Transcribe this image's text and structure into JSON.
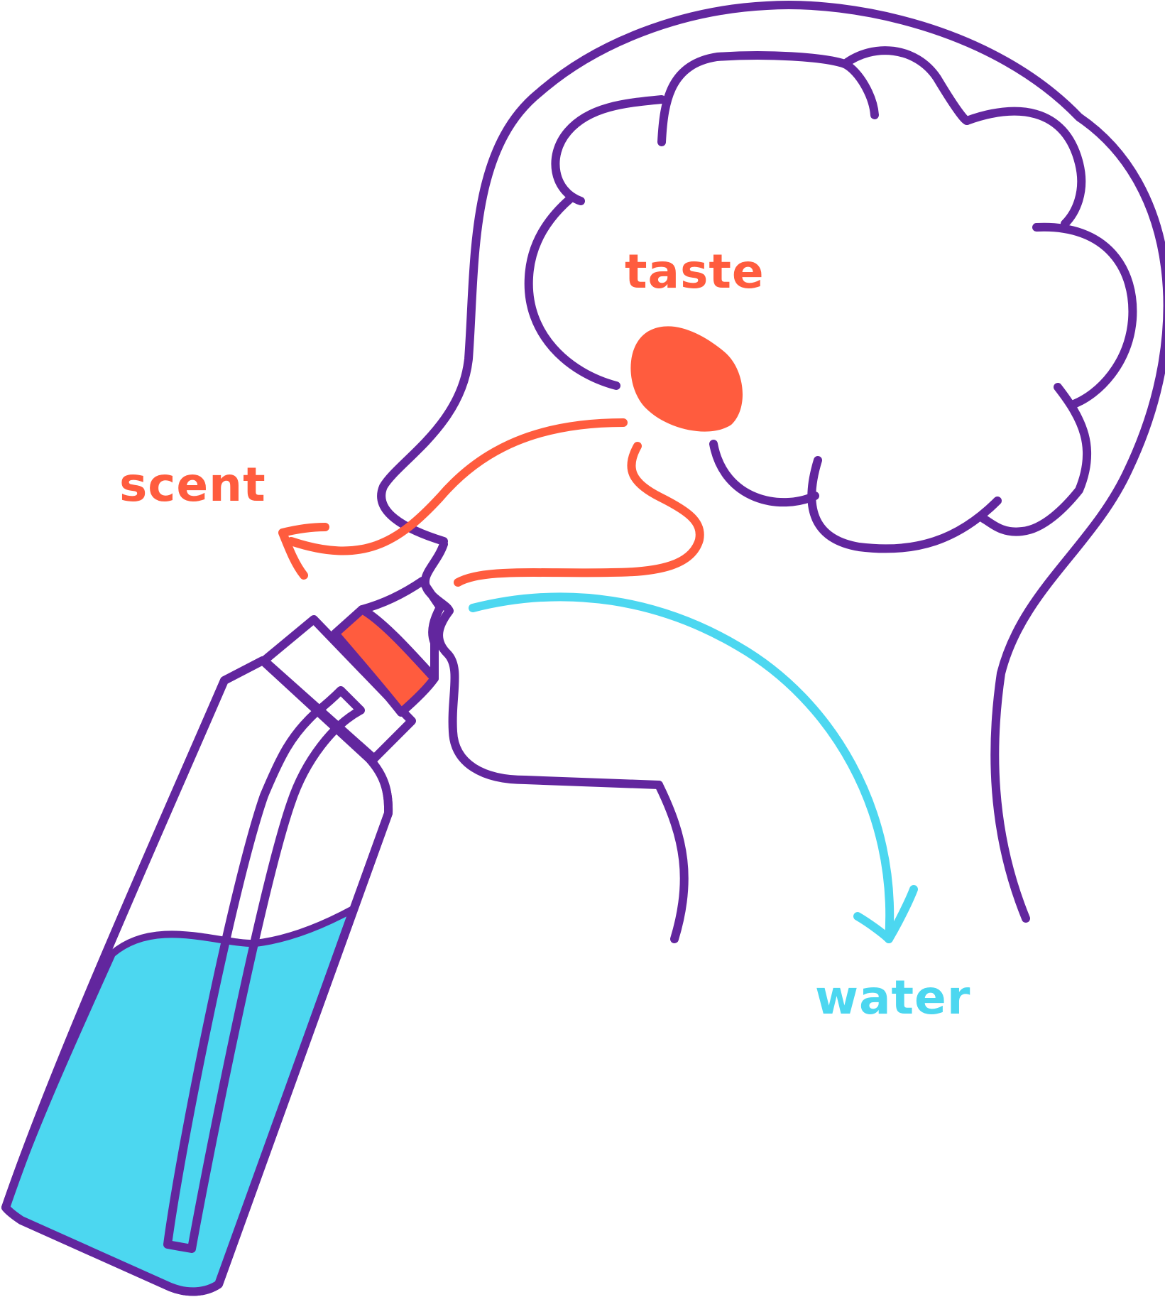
{
  "labels": {
    "taste": "taste",
    "scent": "scent",
    "water": "water"
  },
  "colors": {
    "outline": "#62269E",
    "accent": "#FF5C3E",
    "water": "#4CD7F0",
    "background": "#FFFFFF"
  }
}
